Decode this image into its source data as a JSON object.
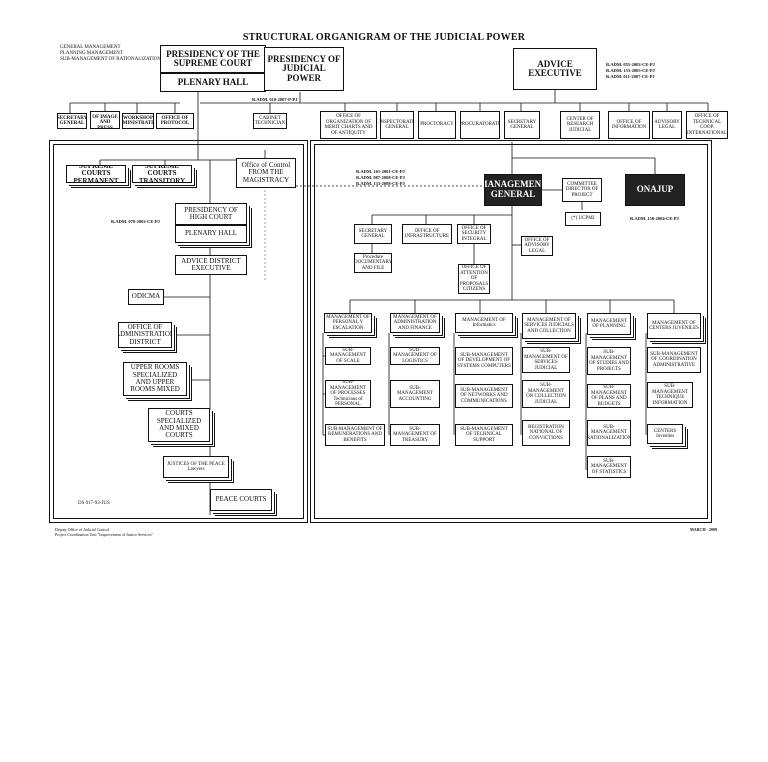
{
  "title": "STRUCTURAL ORGANIGRAM OF THE JUDICIAL POWER",
  "top_left_notes": [
    "GENERAL MANAGEMENT",
    "PLANNING MANAGEMENT",
    "SUB-MANAGEMENT OF RATIONALIZATION"
  ],
  "presidency_sc": "PRESIDENCY OF THE SUPREME COURT",
  "plenary_hall": "PLENARY HALL",
  "presidency_jp": "PRESIDENCY OF JUDICIAL POWER",
  "advice_executive": "ADVICE EXECUTIVE",
  "ref_advice": [
    "R.ADM. 055-2002-CE-PJ",
    "R.ADM. 153-2005-CE-PJ",
    "R.ADM. 011-2007-CE-PJ"
  ],
  "ref_presidency_jp": "R.ADM. 010-2007-P-PJ",
  "cabinet_technician": "CABINET TECHNICIAN",
  "left_row": [
    "SECRETARY GENERAL",
    "OFFICE OF IMAGE AND PRESS",
    "WORKSHOP ADMINISTRATION",
    "OFFICE OF PROTOCOL"
  ],
  "right_row": [
    "OFFICE OF ORGANIZATION OF MERIT CHARTS AND OF ANTIQUITY",
    "INSPECTORATE GENERAL",
    "PROCTORACY",
    "PROCURATORATE",
    "SECRETARY GENERAL",
    "CENTER OF RESEARCH JUDICIAL",
    "OFFICE OF INFORMATION",
    "ADVISORY LEGAL",
    "OFFICE OF TECHNICAL COOP. INTERNATIONAL"
  ],
  "left_panel": {
    "sc_permanent": "SUPREME COURTS PERMANENT",
    "sc_transitory": "SUPREME COURTS TRANSITORY",
    "office_control": "Office of Control FROM THE MAGISTRACY",
    "ref_high_court": "R.ADM. 070-2002-CE-PJ",
    "presidency_high": "PRESIDENCY OF HIGH COURT",
    "plenary_hall": "PLENARY HALL",
    "advice_district": "ADVICE DISTRICT EXECUTIVE",
    "odicma": "ODICMA",
    "office_admin_district": "OFFICE OF ADMINISTRATION DISTRICT",
    "upper_rooms": "UPPER ROOMS SPECIALIZED AND UPPER ROOMS MIXED",
    "courts_specialized": "COURTS SPECIALIZED AND MIXED COURTS",
    "justices_peace": "JUSTICES OF THE PEACE Lawyers",
    "peace_courts": "PEACE COURTS",
    "code": "DS 017-93-JUS"
  },
  "right_panel": {
    "refs_management": [
      "R.ADM. 161-2001-CE-PJ",
      "R.ADM. 087-2008-CE-PJ",
      "R.ADM. 133-2008-CE-PJ"
    ],
    "management_general": "MANAGEMENT GENERAL",
    "committee": "COMMITTEE DIRECTOR OF PROJECT",
    "ucpmj": "(*) UCPMJ",
    "onajup": "ONAJUP",
    "ref_onajup": "R.ADM. 150-2004-CE-PJ",
    "staff": [
      "SECRETARY GENERAL",
      "OFFICE OF INFRASTRUCTURE",
      "OFFICE OF SECURITY INTEGRAL",
      "OFFICE OF ADVISORY LEGAL"
    ],
    "procedure_doc": "Procedure DOCUMENTARY AND FILE",
    "attention_citizens": "OFFICE OF ATTENTION OF PROPOSALS CITIZENS",
    "managements": [
      "MANAGEMENT OF PERSONAL Y ESCALATION",
      "MANAGEMENT OF ADMINISTRATION AND FINANCE",
      "MANAGEMENT OF Informatics",
      "MANAGEMENT OF SERVICES JUDICIALS AND COLLECTION",
      "MANAGEMENT OF PLANNING",
      "MANAGEMENT OF CENTERS JUVENILES"
    ],
    "sub_personal": [
      "SUB-MANAGEMENT OF SCALE",
      "SUB-MANAGEMENT OF PROCESSES Technicians of PERSONAL",
      "SUB-MANAGEMENT OF REMUNERATIONS AND BENEFITS"
    ],
    "sub_admin": [
      "SUB-MANAGEMENT OF LOGISTICS",
      "SUB-MANAGEMENT ACCOUNTING",
      "SUB-MANAGEMENT OF TREASURY"
    ],
    "sub_informatics": [
      "SUB-MANAGEMENT OF DEVELOPMENT OF SYSTEMS COMPUTERS",
      "SUB-MANAGEMENT OF NETWORKS AND COMMUNICATIONS",
      "SUB-MANAGEMENT OF TECHNICAL SUPPORT"
    ],
    "sub_services": [
      "SUB-MANAGEMENT OF SERVICES JUDICIAL",
      "SUB-MANAGEMENT ON COLLECTION JUDICIAL",
      "REGISTRATION NATIONAL OF CONVICTIONS"
    ],
    "sub_planning": [
      "SUB-MANAGEMENT OF STUDIES AND PROJECTS",
      "SUB-MANAGEMENT OF PLANS AND BUDGETS",
      "SUB-MANAGEMENT RATIONALIZATION",
      "SUB-MANAGEMENT OF STATISTICS"
    ],
    "sub_juveniles": [
      "SUB-MANAGEMENT OF COORDINATION ADMINISTRATIVE",
      "SUB-MANAGEMENT TECHNIQUE INFORMATION",
      "CENTERS Juveniles"
    ]
  },
  "footer_left": [
    "Deputy Office of Judicial Control",
    "Project Coordination Unit \"Improvement of Justice Services\""
  ],
  "footer_right": "MARCH - 2009"
}
